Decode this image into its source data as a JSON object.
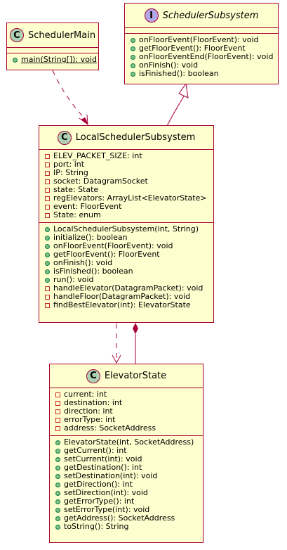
{
  "classes": {
    "scheduler_main": {
      "name": "SchedulerMain",
      "badge": "C",
      "fields": [],
      "methods": [
        {
          "vis": "public",
          "text": "main(String[]): void",
          "static": true
        }
      ]
    },
    "scheduler_subsystem": {
      "name": "SchedulerSubsystem",
      "badge": "I",
      "fields": [],
      "methods": [
        {
          "vis": "public",
          "text": "onFloorEvent(FloorEvent): void"
        },
        {
          "vis": "public",
          "text": "getFloorEvent(): FloorEvent"
        },
        {
          "vis": "public",
          "text": "onFloorEventEnd(FloorEvent): void"
        },
        {
          "vis": "public",
          "text": "onFinish(): void"
        },
        {
          "vis": "public",
          "text": "isFinished(): boolean"
        }
      ]
    },
    "local_scheduler_subsystem": {
      "name": "LocalSchedulerSubsystem",
      "badge": "C",
      "fields": [
        {
          "vis": "private",
          "text": "ELEV_PACKET_SIZE: int"
        },
        {
          "vis": "private",
          "text": "port: int"
        },
        {
          "vis": "private",
          "text": "IP: String"
        },
        {
          "vis": "private",
          "text": "socket: DatagramSocket"
        },
        {
          "vis": "private",
          "text": "state: State"
        },
        {
          "vis": "private",
          "text": "regElevators: ArrayList<ElevatorState>"
        },
        {
          "vis": "private",
          "text": "event: FloorEvent"
        },
        {
          "vis": "private",
          "text": "State: enum"
        }
      ],
      "methods": [
        {
          "vis": "public",
          "text": "LocalSchedulerSubsystem(int, String)"
        },
        {
          "vis": "public",
          "text": "initialize(): boolean"
        },
        {
          "vis": "public",
          "text": "onFloorEvent(FloorEvent): void"
        },
        {
          "vis": "public",
          "text": "getFloorEvent(): FloorEvent"
        },
        {
          "vis": "public",
          "text": "onFinish(): void"
        },
        {
          "vis": "public",
          "text": "isFinished(): boolean"
        },
        {
          "vis": "public",
          "text": "run(): void"
        },
        {
          "vis": "private",
          "text": "handleElevator(DatagramPacket): void"
        },
        {
          "vis": "private",
          "text": "handleFloor(DatagramPacket): void"
        },
        {
          "vis": "private",
          "text": "findBestElevator(int): ElevatorState"
        }
      ]
    },
    "elevator_state": {
      "name": "ElevatorState",
      "badge": "C",
      "fields": [
        {
          "vis": "private",
          "text": "current: int"
        },
        {
          "vis": "private",
          "text": "destination: int"
        },
        {
          "vis": "private",
          "text": "direction: int"
        },
        {
          "vis": "private",
          "text": "errorType: int"
        },
        {
          "vis": "private",
          "text": "address: SocketAddress"
        }
      ],
      "methods": [
        {
          "vis": "public",
          "text": "ElevatorState(int, SocketAddress)"
        },
        {
          "vis": "public",
          "text": "getCurrent(): int"
        },
        {
          "vis": "public",
          "text": "setCurrent(int): void"
        },
        {
          "vis": "public",
          "text": "getDestination(): int"
        },
        {
          "vis": "public",
          "text": "setDestination(int): void"
        },
        {
          "vis": "public",
          "text": "getDirection(): int"
        },
        {
          "vis": "public",
          "text": "setDirection(int): void"
        },
        {
          "vis": "public",
          "text": "getErrorType(): int"
        },
        {
          "vis": "public",
          "text": "setErrorType(int): void"
        },
        {
          "vis": "public",
          "text": "getAddress(): SocketAddress"
        },
        {
          "vis": "public",
          "text": "toString(): String"
        }
      ]
    }
  },
  "relations": [
    {
      "from": "scheduler_main",
      "to": "local_scheduler_subsystem",
      "type": "dependency"
    },
    {
      "from": "local_scheduler_subsystem",
      "to": "scheduler_subsystem",
      "type": "realization"
    },
    {
      "from": "local_scheduler_subsystem",
      "to": "elevator_state",
      "type": "dependency"
    },
    {
      "from": "local_scheduler_subsystem",
      "to": "elevator_state",
      "type": "composition"
    }
  ],
  "colors": {
    "class_fill": "#FEFECE",
    "border": "#A80036",
    "class_badge": "#ADD1B2",
    "interface_badge": "#B4A7E5",
    "private_marker": "#C82930",
    "public_marker": "#84BE84"
  }
}
